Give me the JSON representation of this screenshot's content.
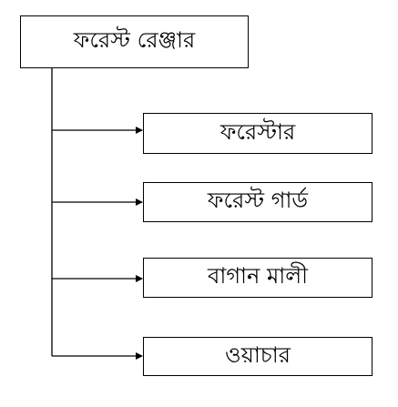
{
  "diagram": {
    "root": {
      "label": "ফরেস্ট রেঞ্জার"
    },
    "children": [
      {
        "label": "ফরেস্টার"
      },
      {
        "label": "ফরেস্ট গার্ড"
      },
      {
        "label": "বাগান মালী"
      },
      {
        "label": "ওয়াচার"
      }
    ]
  }
}
